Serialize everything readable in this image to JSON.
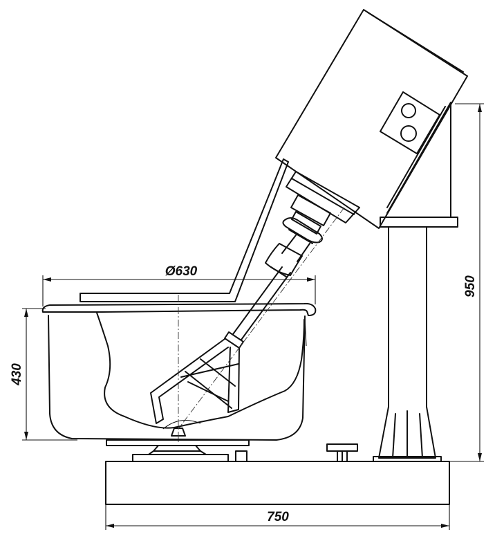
{
  "dimensions": {
    "bowl_diameter": "Ø630",
    "bowl_height": "430",
    "overall_height": "950",
    "base_width": "750"
  },
  "colors": {
    "line": "#111111",
    "background": "#ffffff"
  }
}
